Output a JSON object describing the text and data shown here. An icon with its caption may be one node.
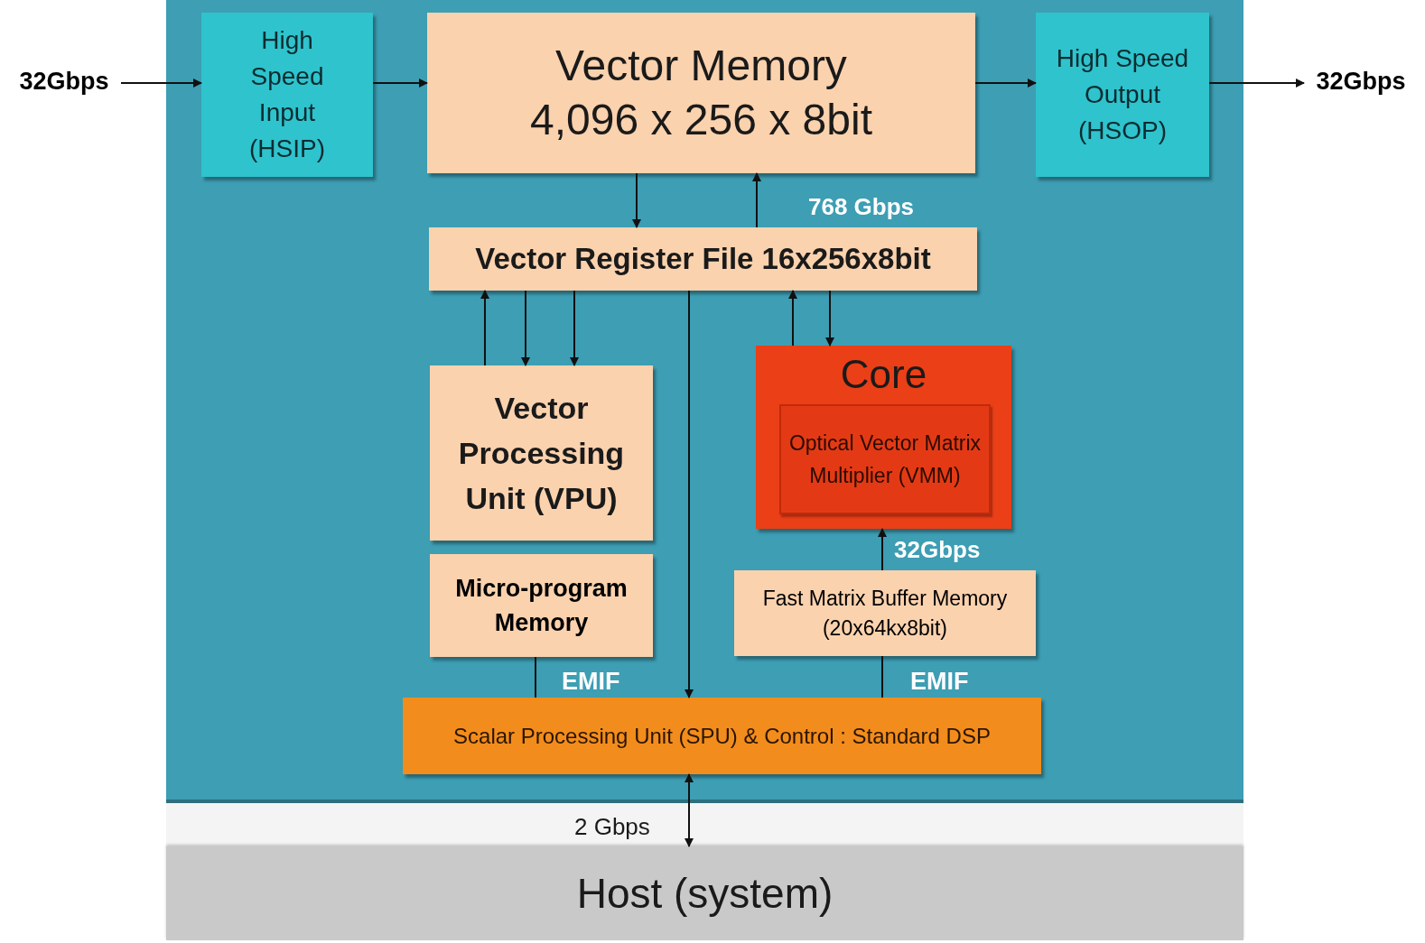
{
  "diagram": {
    "nodes": [
      {
        "text": [],
        "shape": "box"
      },
      {
        "text": [
          "32Gbps"
        ]
      },
      {
        "text": [
          "High Speed Input (HSIP)"
        ],
        "in": 0
      },
      {
        "text": [
          "Vector Memory",
          "4,096 x 256 x 8bit"
        ],
        "in": 0
      },
      {
        "text": [
          "High Speed Output (HSOP)"
        ],
        "in": 0
      },
      {
        "text": [
          "32Gbps"
        ]
      },
      {
        "text": [
          "Vector Register File 16x256x8bit"
        ],
        "in": 0
      },
      {
        "text": [
          "Vector Processing Unit (VPU)"
        ],
        "in": 0
      },
      {
        "text": [
          "Core"
        ],
        "in": 0
      },
      {
        "text": [
          "Optical Vector Matrix Multiplier (VMM)"
        ],
        "in": 8
      },
      {
        "text": [
          "Micro-program Memory"
        ],
        "in": 0
      },
      {
        "text": [
          "Fast Matrix Buffer Memory (20x64kx8bit)"
        ],
        "in": 0
      },
      {
        "text": [
          "Scalar Processing Unit (SPU) & Control : Standard DSP"
        ],
        "in": 0
      },
      {
        "text": [
          "Host (system)"
        ]
      }
    ],
    "edges": [
      {
        "from": 1,
        "to": 2,
        "arrow": "to"
      },
      {
        "from": 2,
        "to": 3,
        "arrow": "to"
      },
      {
        "from": 3,
        "to": 4,
        "arrow": "to"
      },
      {
        "from": 4,
        "to": 5,
        "arrow": "to"
      },
      {
        "from": 3,
        "to": 6,
        "arrow": "to"
      },
      {
        "from": 6,
        "to": 3,
        "arrow": "to",
        "label": "768 Gbps"
      },
      {
        "from": 7,
        "to": 6,
        "arrow": "to"
      },
      {
        "from": 6,
        "to": 7,
        "arrow": "to"
      },
      {
        "from": 6,
        "to": 7,
        "arrow": "to"
      },
      {
        "from": 6,
        "to": 12,
        "arrow": "to"
      },
      {
        "from": 8,
        "to": 6,
        "arrow": "to"
      },
      {
        "from": 6,
        "to": 8,
        "arrow": "to"
      },
      {
        "from": 11,
        "to": 8,
        "arrow": "to",
        "label": "32Gbps"
      },
      {
        "from": 10,
        "to": 12,
        "arrow": "none",
        "label": "EMIF"
      },
      {
        "from": 11,
        "to": 12,
        "arrow": "none",
        "label": "EMIF"
      },
      {
        "from": 12,
        "to": 13,
        "arrow": "both",
        "label": "2 Gbps"
      }
    ]
  }
}
